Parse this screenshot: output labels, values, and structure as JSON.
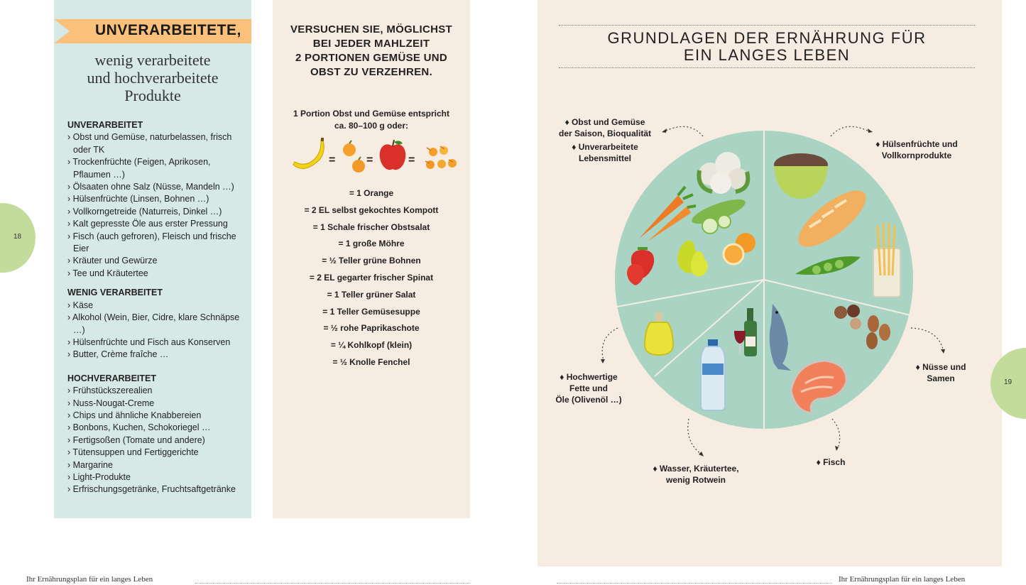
{
  "left_page": {
    "banner": "UNVERARBEITETE,",
    "subtitle_lines": [
      "wenig verarbeitete",
      "und hochverarbeitete",
      "Produkte"
    ],
    "sections": [
      {
        "heading": "UNVERARBEITET",
        "items": [
          "Obst und Gemüse, naturbelassen, frisch oder TK",
          "Trockenfrüchte (Feigen, Aprikosen, Pflaumen …)",
          "Ölsaaten ohne Salz (Nüsse, Mandeln …)",
          "Hülsenfrüchte (Linsen, Bohnen …)",
          "Vollkorngetreide (Naturreis, Dinkel …)",
          "Kalt gepresste Öle aus erster Pressung",
          "Fisch (auch gefroren), Fleisch und frische Eier",
          "Kräuter und Gewürze",
          "Tee und Kräutertee"
        ]
      },
      {
        "heading": "WENIG VERARBEITET",
        "items": [
          "Käse",
          "Alkohol (Wein, Bier, Cidre, klare Schnäpse …)",
          "Hülsenfrüchte und Fisch aus Konserven",
          "Butter, Crème fraîche …"
        ]
      },
      {
        "heading": "HOCHVERARBEITET",
        "items": [
          "Frühstückszerealien",
          "Nuss-Nougat-Creme",
          "Chips und ähnliche Knabbereien",
          "Bonbons, Kuchen, Schokoriegel …",
          "Fertigsoßen (Tomate und andere)",
          "Tütensuppen und Fertiggerichte",
          "Margarine",
          "Light-Produkte",
          "Erfrischungsgetränke, Fruchtsaftgetränke"
        ]
      }
    ],
    "page_number": "18",
    "footer": "Ihr Ernährungsplan für ein langes Leben"
  },
  "middle": {
    "heading_lines": [
      "VERSUCHEN SIE, MÖGLICHST",
      "BEI JEDER MAHLZEIT",
      "2 PORTIONEN GEMÜSE UND",
      "OBST ZU VERZEHREN."
    ],
    "portion_lines": [
      "1 Portion Obst und Gemüse entspricht",
      "ca. 80–100 g oder:"
    ],
    "equals_sign": "=",
    "equivalents": [
      "= 1 Orange",
      "= 2 EL selbst gekochtes Kompott",
      "= 1 Schale frischer Obstsalat",
      "= 1 große Möhre",
      "= ½ Teller grüne Bohnen",
      "= 2 EL gegarter frischer Spinat",
      "= 1 Teller grüner Salat",
      "= 1 Teller Gemüsesuppe",
      "= ½ rohe Paprikaschote",
      "= ¼ Kohlkopf (klein)",
      "= ½ Knolle Fenchel"
    ]
  },
  "right_page": {
    "title_lines": [
      "GRUNDLAGEN DER ERNÄHRUNG FÜR",
      "EIN LANGES LEBEN"
    ],
    "labels": {
      "obst": [
        "Obst und Gemüse",
        "der Saison, Bioqualität"
      ],
      "unverarbeitet": [
        "Unverarbeitete",
        "Lebensmittel"
      ],
      "huelsen": [
        "Hülsenfrüchte und",
        "Vollkornprodukte"
      ],
      "nuesse": [
        "Nüsse und",
        "Samen"
      ],
      "fisch": [
        "Fisch"
      ],
      "wasser": [
        "Wasser, Kräutertee,",
        "wenig Rotwein"
      ],
      "fette": [
        "Hochwertige",
        "Fette und",
        "Öle (Olivenöl …)"
      ]
    },
    "drop_glyph": "♦",
    "page_number": "19",
    "footer": "Ihr Ernährungsplan für ein langes Leben"
  },
  "colors": {
    "panel_blue": "#d6e9e6",
    "panel_cream": "#f7ece1",
    "banner_orange": "#fbc17b",
    "plate_green": "#a9d3c3",
    "page_circle": "#c3dc9b"
  }
}
